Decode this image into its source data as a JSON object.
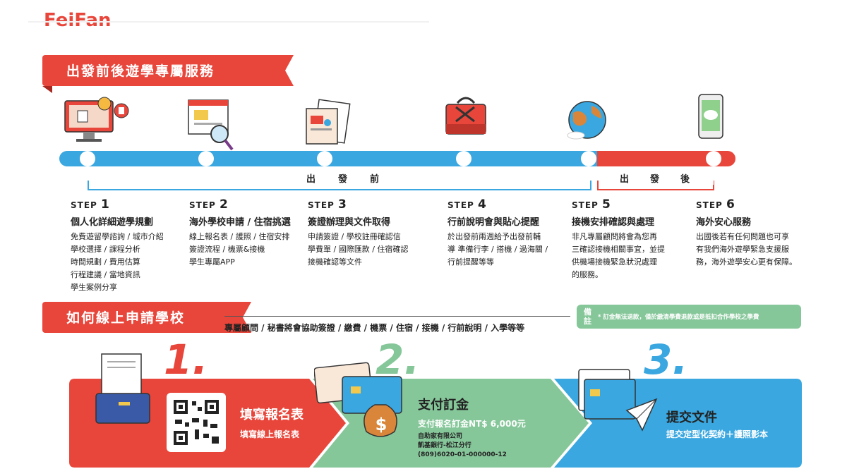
{
  "logo": "FeiFan",
  "section1": {
    "title": "出發前後遊學專屬服務"
  },
  "timeline": {
    "before_label": "出發前",
    "after_label": "出發後",
    "colors": {
      "before": "#3aa7e0",
      "after": "#e8463b"
    }
  },
  "steps": [
    {
      "label": "STEP",
      "num": "1",
      "title": "個人化詳細遊學規劃",
      "desc": [
        "免費遊留學諮詢 / 城市介紹",
        "學校選擇 / 課程分析",
        "時間規劃 / 費用估算",
        "行程建議 / 當地資訊",
        "學生案例分享"
      ]
    },
    {
      "label": "STEP",
      "num": "2",
      "title": "海外學校申請 / 住宿挑選",
      "desc": [
        "線上報名表 / 護照 / 住宿安排",
        "簽證流程 / 機票&接機",
        "學生專屬APP"
      ]
    },
    {
      "label": "STEP",
      "num": "3",
      "title": "簽證辦理與文件取得",
      "desc": [
        "申請簽證 / 學校註冊確認信",
        "學費單 / 國際匯款 / 住宿確認",
        "接機確認等文件"
      ]
    },
    {
      "label": "STEP",
      "num": "4",
      "title": "行前說明會與貼心提醒",
      "desc": [
        "於出發前兩週給予出發前輔",
        "導 準備行李 / 搭機 / 過海關 /",
        "行前提醒等等"
      ]
    },
    {
      "label": "STEP",
      "num": "5",
      "title": "接機安排確認與處理",
      "desc": [
        "非凡專屬顧問將會為您再",
        "三確認接機相關事宜，並提",
        "供機場接機緊急狀況處理",
        "的服務。"
      ]
    },
    {
      "label": "STEP",
      "num": "6",
      "title": "海外安心服務",
      "desc": [
        "出國後若有任何問題也可享",
        "有我們海外遊學緊急支援服",
        "務，海外遊學安心更有保障。"
      ]
    }
  ],
  "section2": {
    "title": "如何線上申請學校"
  },
  "services_line": "專屬顧問 / 秘書將會協助簽證 / 繳費 / 機票 /  住宿 / 接機 / 行前說明 / 入學等等",
  "note": {
    "tag": "備註",
    "text": "* 訂金無法退款，僅於繳清學費退款或是抵扣合作學校之學費"
  },
  "cards": [
    {
      "num": "1.",
      "title": "填寫報名表",
      "sub": "填寫線上報名表",
      "color": "#e8463b"
    },
    {
      "num": "2.",
      "title": "支付訂金",
      "sub": "支付報名訂金NT$ 6,000元",
      "bank": [
        "自助家有限公司",
        "凱基銀行-松江分行",
        "(809)6020-01-000000-12"
      ],
      "color": "#86c79a"
    },
    {
      "num": "3.",
      "title": "提交文件",
      "sub": "提交定型化契約＋護照影本",
      "color": "#3aa7e0"
    }
  ]
}
